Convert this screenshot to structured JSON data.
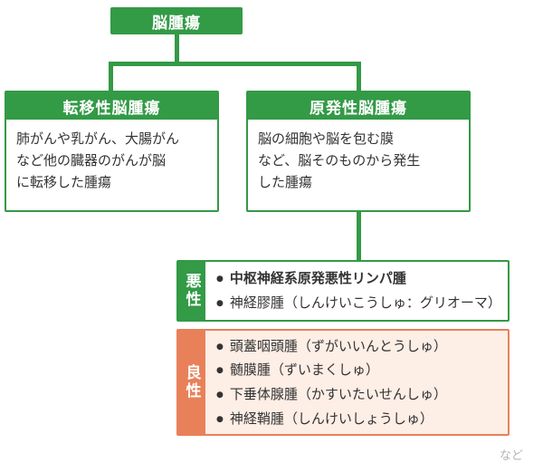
{
  "colors": {
    "green": "#339a46",
    "orange": "#e8815a",
    "orangeLight": "#fdeee6",
    "text": "#333333"
  },
  "root": {
    "title": "脳腫瘍"
  },
  "metastatic": {
    "title": "転移性脳腫瘍",
    "body": "肺がんや乳がん、大腸がん\nなど他の臓器のがんが脳\nに転移した腫瘍"
  },
  "primary": {
    "title": "原発性脳腫瘍",
    "body": "脳の細胞や脳を包む膜\nなど、脳そのものから発生\nした腫瘍"
  },
  "malignant": {
    "label": "悪性",
    "items": [
      "中枢神経系原発悪性リンパ腫",
      "神経膠腫（しんけいこうしゅ：グリオーマ）"
    ]
  },
  "benign": {
    "label": "良性",
    "items": [
      "頭蓋咽頭腫（ずがいいんとうしゅ）",
      "髄膜腫（ずいまくしゅ）",
      "下垂体腺腫（かすいたいせんしゅ）",
      "神経鞘腫（しんけいしょうしゅ）"
    ]
  },
  "footnote": "など"
}
